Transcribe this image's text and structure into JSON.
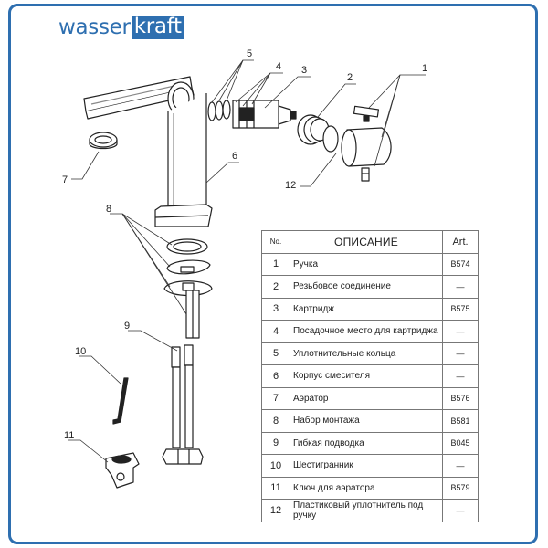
{
  "brand": {
    "part1": "wasser",
    "part2": "kraft",
    "color": "#2e6fb0"
  },
  "callouts": [
    "1",
    "2",
    "3",
    "4",
    "5",
    "6",
    "7",
    "8",
    "9",
    "10",
    "11",
    "12"
  ],
  "table": {
    "headers": {
      "no": "No.",
      "desc": "ОПИСАНИЕ",
      "art": "Art."
    },
    "rows": [
      {
        "no": "1",
        "desc": "Ручка",
        "art": "B574"
      },
      {
        "no": "2",
        "desc": "Резьбовое соединение",
        "art": "—"
      },
      {
        "no": "3",
        "desc": "Картридж",
        "art": "B575"
      },
      {
        "no": "4",
        "desc": "Посадочное место для картриджа",
        "art": "—"
      },
      {
        "no": "5",
        "desc": "Уплотнительные кольца",
        "art": "—"
      },
      {
        "no": "6",
        "desc": "Корпус смесителя",
        "art": "—"
      },
      {
        "no": "7",
        "desc": "Аэратор",
        "art": "B576"
      },
      {
        "no": "8",
        "desc": "Набор монтажа",
        "art": "B581"
      },
      {
        "no": "9",
        "desc": "Гибкая подводка",
        "art": "B045"
      },
      {
        "no": "10",
        "desc": "Шестигранник",
        "art": "—"
      },
      {
        "no": "11",
        "desc": "Ключ для аэратора",
        "art": "B579"
      },
      {
        "no": "12",
        "desc": "Пластиковый уплотнитель под ручку",
        "art": "—"
      }
    ]
  }
}
